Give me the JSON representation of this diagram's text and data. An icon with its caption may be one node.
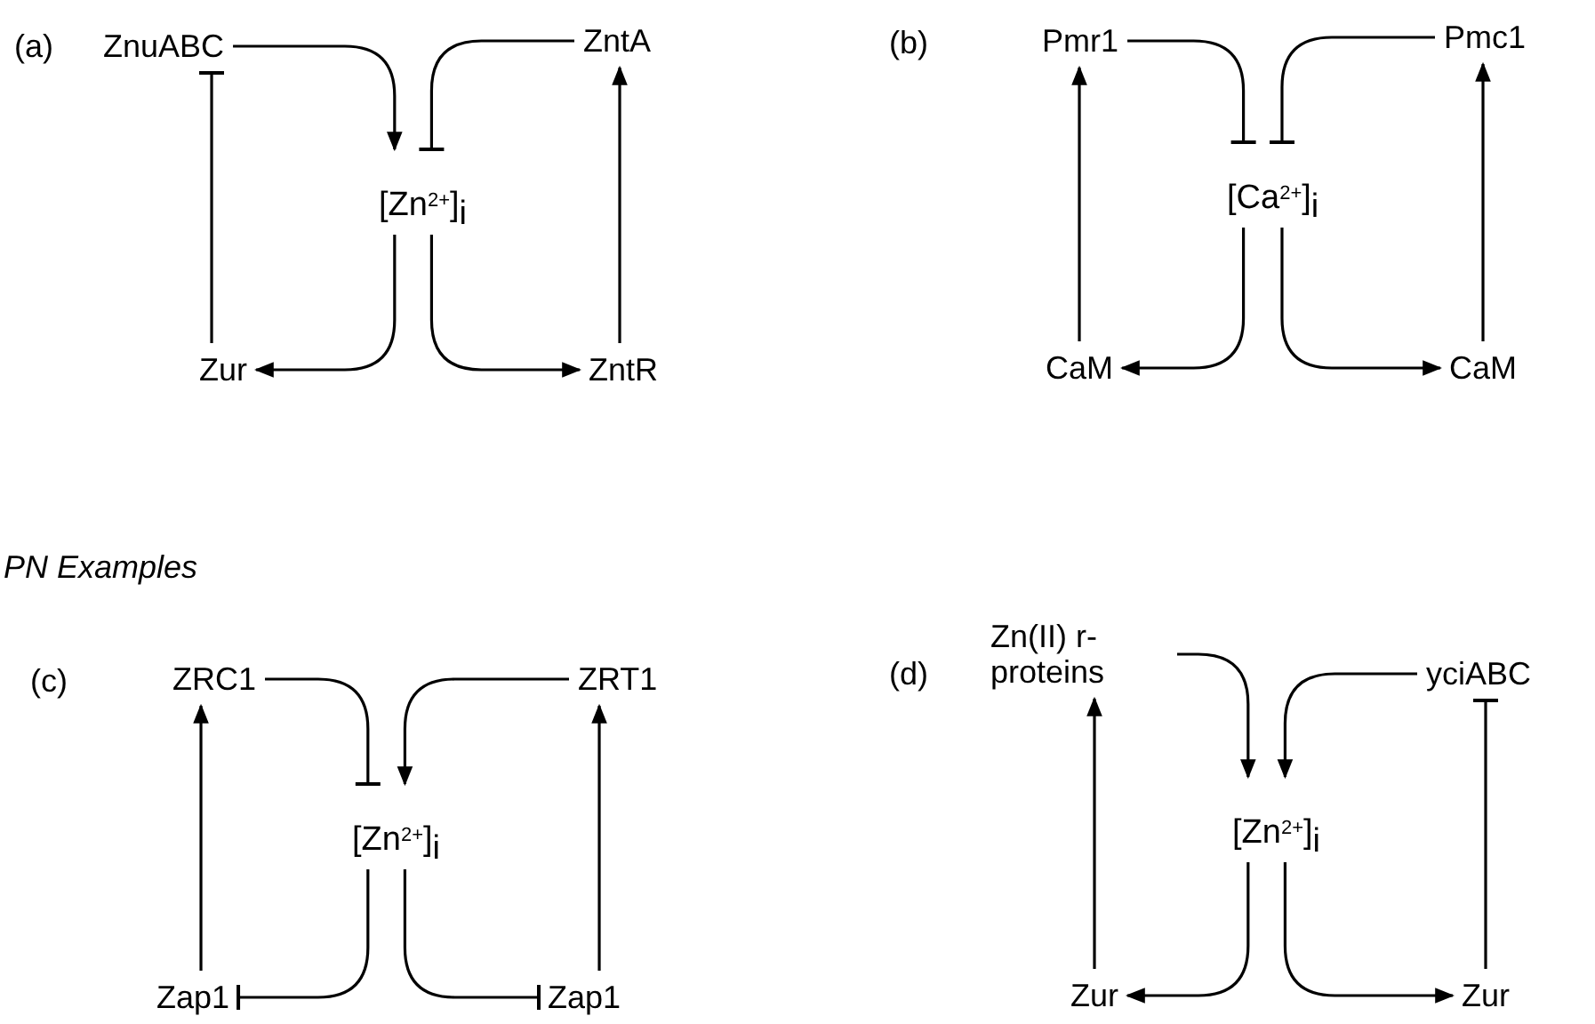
{
  "diagram": {
    "nodes": [
      {
        "text": [
          "ZnuABC"
        ]
      },
      {
        "text": [
          "ZntA"
        ]
      },
      {
        "text": [
          "[Zn$^{2+}$]$_{i}$"
        ]
      },
      {
        "text": [
          "Zur"
        ]
      },
      {
        "text": [
          "ZntR"
        ]
      },
      {
        "text": [
          "Pmr1"
        ]
      },
      {
        "text": [
          "Pmc1"
        ]
      },
      {
        "text": [
          "[Ca$^{2+}$]$_{i}$"
        ]
      },
      {
        "text": [
          "CaM"
        ]
      },
      {
        "text": [
          "CaM"
        ]
      },
      {
        "text": [
          "ZRC1"
        ]
      },
      {
        "text": [
          "ZRT1"
        ]
      },
      {
        "text": [
          "[Zn$^{2+}$]$_{i}$"
        ]
      },
      {
        "text": [
          "Zap1"
        ]
      },
      {
        "text": [
          "Zap1"
        ]
      },
      {
        "text": [
          "Zn(II) r-proteins"
        ]
      },
      {
        "text": [
          "yciABC"
        ]
      },
      {
        "text": [
          "[Zn$^{2+}$]$_{i}$"
        ]
      },
      {
        "text": [
          "Zur"
        ]
      },
      {
        "text": [
          "Zur"
        ]
      }
    ],
    "edges": [
      {
        "from": 0,
        "to": 2,
        "arrow": "to"
      },
      {
        "from": 1,
        "to": 2,
        "arrow": "other"
      },
      {
        "from": 2,
        "to": 3,
        "arrow": "to"
      },
      {
        "from": 2,
        "to": 4,
        "arrow": "to"
      },
      {
        "from": 3,
        "to": 0,
        "arrow": "other"
      },
      {
        "from": 4,
        "to": 1,
        "arrow": "to"
      },
      {
        "from": 5,
        "to": 7,
        "arrow": "other"
      },
      {
        "from": 6,
        "to": 7,
        "arrow": "other"
      },
      {
        "from": 7,
        "to": 8,
        "arrow": "to"
      },
      {
        "from": 7,
        "to": 9,
        "arrow": "to"
      },
      {
        "from": 8,
        "to": 5,
        "arrow": "to"
      },
      {
        "from": 9,
        "to": 6,
        "arrow": "to"
      },
      {
        "from": 10,
        "to": 12,
        "arrow": "other"
      },
      {
        "from": 11,
        "to": 12,
        "arrow": "to"
      },
      {
        "from": 12,
        "to": 13,
        "arrow": "other"
      },
      {
        "from": 12,
        "to": 14,
        "arrow": "other"
      },
      {
        "from": 13,
        "to": 10,
        "arrow": "to"
      },
      {
        "from": 14,
        "to": 11,
        "arrow": "to"
      },
      {
        "from": 15,
        "to": 17,
        "arrow": "to"
      },
      {
        "from": 16,
        "to": 17,
        "arrow": "to"
      },
      {
        "from": 17,
        "to": 18,
        "arrow": "to"
      },
      {
        "from": 17,
        "to": 19,
        "arrow": "to"
      },
      {
        "from": 18,
        "to": 15,
        "arrow": "to"
      },
      {
        "from": 19,
        "to": 16,
        "arrow": "other"
      }
    ],
    "labels": [
      "(a)",
      "(b)",
      "PN Examples",
      "(c)",
      "(d)"
    ]
  }
}
